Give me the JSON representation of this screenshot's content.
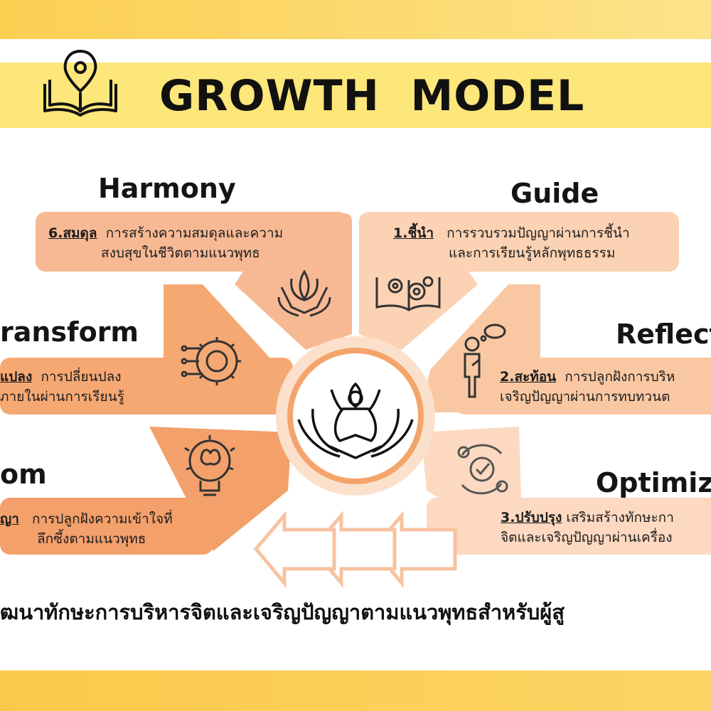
{
  "title": "GROWTH  MODEL",
  "colors": {
    "accent": "#f4a46b",
    "light": "#fbd5b8",
    "band": "#fde67a"
  },
  "segments": [
    {
      "label": "Guide",
      "number": "1.ชี้นำ",
      "text_line1": "การรวบรวมปัญญาผ่านการชี้นำ",
      "text_line2": "และการเรียนรู้หลักพุทธธรรม",
      "icon": "book-gears-icon"
    },
    {
      "label": "Reflect",
      "number": "2.สะท้อน",
      "text_line1": "การปลูกฝังการบริห",
      "text_line2": "เจริญปัญญาผ่านการทบทวนต",
      "icon": "thinking-person-icon"
    },
    {
      "label": "Optimize",
      "number": "3.ปรับปรุง",
      "text_line1": "เสริมสร้างทักษะกา",
      "text_line2": "จิตและเจริญปัญญาผ่านเครื่อง",
      "icon": "gear-check-cycle-icon"
    },
    {
      "label": "om",
      "number": "ญา",
      "text_line1": "การปลูกฝังความเข้าใจที่",
      "text_line2": "ลึกซึ้งตามแนวพุทธ",
      "icon": "brain-bulb-icon"
    },
    {
      "label": "ransform",
      "number": "แปลง",
      "text_line1": "การปลี่ยนปลง",
      "text_line2": "ภายในผ่านการเรียนรู้",
      "icon": "gear-circuit-icon"
    },
    {
      "label": "Harmony",
      "number": "6.สมดุล",
      "text_line1": "การสร้างความสมดุลและความ",
      "text_line2": "สงบสุขในชีวิตตามแนวพุทธ",
      "icon": "lotus-hands-icon"
    }
  ],
  "center_icon": "meditation-lotus-icon",
  "caption": "ฒนาทักษะการบริหารจิตและเจริญปัญญาตามแนวพุทธสำหรับผู้สู"
}
